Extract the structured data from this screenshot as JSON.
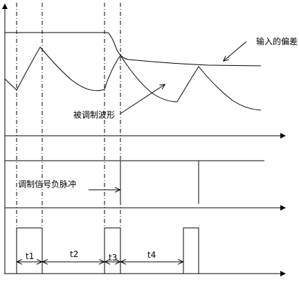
{
  "labels": {
    "input_deviation": "输入的偏差",
    "modulated_waveform": "被调制波形",
    "negative_pulse": "调制信号负脉冲",
    "t1": "t1",
    "t2": "t2",
    "t3": "t3",
    "t4": "t4"
  },
  "colors": {
    "stroke": "#000000",
    "background": "#ffffff"
  }
}
